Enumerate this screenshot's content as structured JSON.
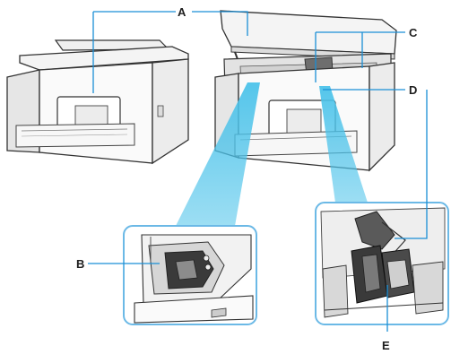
{
  "labels": {
    "A": "A",
    "B": "B",
    "C": "C",
    "D": "D",
    "E": "E"
  },
  "colors": {
    "leader_line": "#1a8fd6",
    "highlight_beam": "#4cc3ea",
    "detail_border": "#6bb9e6",
    "printer_outline": "#333333",
    "printer_body": "#fafafa",
    "printer_shade": "#d9d9d9",
    "cartridge_dark": "#3a3a3a"
  },
  "icons": [
    "printer-closed-illustration",
    "printer-open-illustration",
    "print-head-holder-closeup",
    "ink-cartridge-closeup"
  ]
}
